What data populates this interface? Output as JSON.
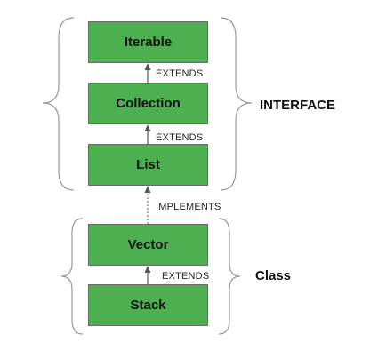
{
  "nodes": {
    "iterable": "Iterable",
    "collection": "Collection",
    "list": "List",
    "vector": "Vector",
    "stack": "Stack"
  },
  "edges": {
    "collection_to_iterable": "EXTENDS",
    "list_to_collection": "EXTENDS",
    "vector_to_list": "IMPLEMENTS",
    "stack_to_vector": "EXTENDS"
  },
  "groups": {
    "interface": "INTERFACE",
    "class": "Class"
  },
  "colors": {
    "box_fill": "#4caf50",
    "box_border": "#6a6a6a",
    "connector": "#555555",
    "brace": "#999999"
  }
}
